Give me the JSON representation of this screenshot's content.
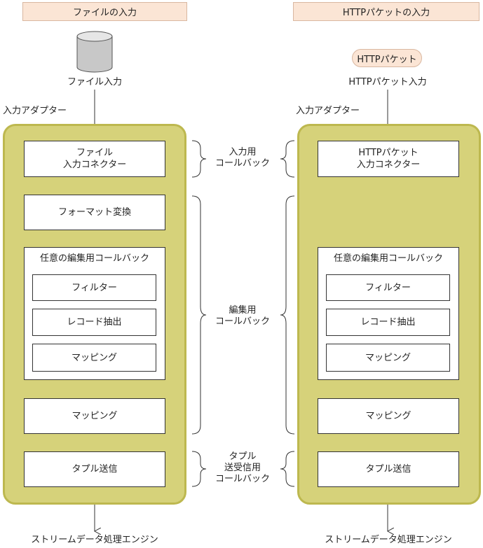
{
  "left": {
    "header": "ファイルの入力",
    "source_label": "ファイル入力",
    "adapter_label": "入力アダプター",
    "connector": [
      "ファイル",
      "入力コネクター"
    ],
    "format": "フォーマット変換",
    "optional_title": "任意の編集用コールバック",
    "filter": "フィルター",
    "extract": "レコード抽出",
    "mapping_inner": "マッピング",
    "mapping": "マッピング",
    "send": "タプル送信",
    "bottom": "ストリームデータ処理エンジン"
  },
  "right": {
    "header": "HTTPパケットの入力",
    "packet_pill": "HTTPパケット",
    "source_label": "HTTPパケット入力",
    "adapter_label": "入力アダプター",
    "connector": [
      "HTTPパケット",
      "入力コネクター"
    ],
    "optional_title": "任意の編集用コールバック",
    "filter": "フィルター",
    "extract": "レコード抽出",
    "mapping_inner": "マッピング",
    "mapping": "マッピング",
    "send": "タプル送信",
    "bottom": "ストリームデータ処理エンジン"
  },
  "center": {
    "input_callback": [
      "入力用",
      "コールバック"
    ],
    "edit_callback": [
      "編集用",
      "コールバック"
    ],
    "send_callback": [
      "タプル",
      "送受信用",
      "コールバック"
    ]
  }
}
